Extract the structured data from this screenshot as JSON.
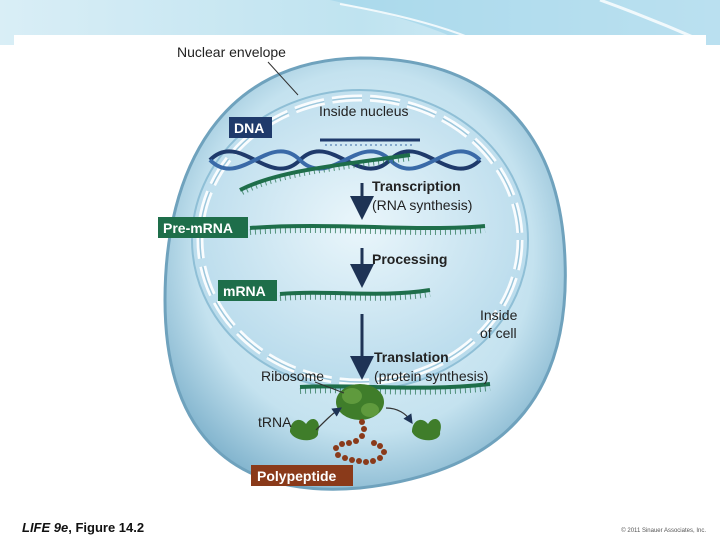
{
  "figure": {
    "labels": {
      "nuclear_envelope": "Nuclear envelope",
      "inside_nucleus": "Inside nucleus",
      "dna": "DNA",
      "transcription": "Transcription",
      "rna_synthesis": "(RNA synthesis)",
      "pre_mrna": "Pre-mRNA",
      "processing": "Processing",
      "mrna": "mRNA",
      "inside_of_cell_1": "Inside",
      "inside_of_cell_2": "of cell",
      "translation": "Translation",
      "protein_synthesis": "(protein synthesis)",
      "ribosome": "Ribosome",
      "trna": "tRNA",
      "polypeptide": "Polypeptide"
    },
    "caption_title": "LIFE 9e",
    "caption_rest": ", Figure 14.2",
    "copyright": "© 2011 Sinauer Associates, Inc.",
    "colors": {
      "dna": "#1f3a6b",
      "rna": "#1e6e4a",
      "label_box": "#1f3a6b",
      "pre_mrna_box": "#1e6e4a",
      "polypeptide": "#8a3a1a",
      "arrow": "#1e3355",
      "nucleus": "#a9d2e6",
      "cell": "#c4e2ef"
    }
  }
}
